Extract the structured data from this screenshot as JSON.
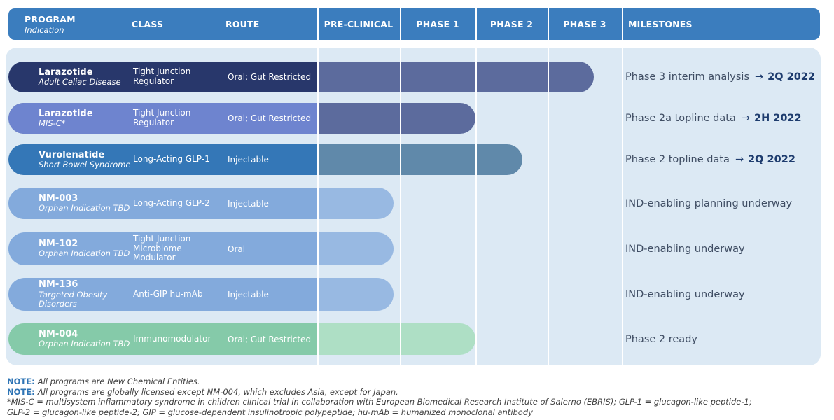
{
  "header": {
    "program_label": "PROGRAM",
    "program_sub": "Indication",
    "class_label": "CLASS",
    "route_label": "ROUTE",
    "phases": [
      "PRE-CLINICAL",
      "PHASE 1",
      "PHASE 2",
      "PHASE 3"
    ],
    "milestones_label": "MILESTONES"
  },
  "rows": [
    {
      "program": "Larazotide",
      "indication": "Adult Celiac Disease",
      "class": "Tight Junction Regulator",
      "route": "Oral; Gut Restricted",
      "progress_phase_0to4": 3.62,
      "milestone": {
        "text": "Phase 3 interim analysis",
        "arrow": "→",
        "date": "2Q 2022"
      },
      "colors": {
        "pill": "#28376b",
        "bar": "#5c6b9d"
      }
    },
    {
      "program": "Larazotide",
      "indication": "MIS-C*",
      "class": "Tight Junction Regulator",
      "route": "Oral; Gut Restricted",
      "progress_phase_0to4": 2.0,
      "milestone": {
        "text": "Phase 2a topline data",
        "arrow": "→",
        "date": "2H 2022"
      },
      "colors": {
        "pill": "#6e84cf",
        "bar": "#5c6b9d"
      }
    },
    {
      "program": "Vurolenatide",
      "indication": "Short Bowel Syndrome",
      "class": "Long-Acting GLP-1",
      "route": "Injectable",
      "progress_phase_0to4": 2.65,
      "milestone": {
        "text": "Phase 2 topline data",
        "arrow": "→",
        "date": "2Q 2022"
      },
      "colors": {
        "pill": "#3477b7",
        "bar": "#6089aa"
      }
    },
    {
      "program": "NM-003",
      "indication": "Orphan Indication TBD",
      "class": "Long-Acting GLP-2",
      "route": "Injectable",
      "progress_phase_0to4": 0.92,
      "milestone": {
        "text": "IND-enabling planning underway"
      },
      "colors": {
        "pill": "#83aadc",
        "bar": "#98b9e2"
      }
    },
    {
      "program": "NM-102",
      "indication": "Orphan Indication TBD",
      "class": "Tight Junction Microbiome Modulator",
      "route": "Oral",
      "progress_phase_0to4": 0.92,
      "milestone": {
        "text": "IND-enabling underway"
      },
      "colors": {
        "pill": "#83aadc",
        "bar": "#98b9e2"
      }
    },
    {
      "program": "NM-136",
      "indication": "Targeted Obesity Disorders",
      "class": "Anti-GIP hu-mAb",
      "route": "Injectable",
      "progress_phase_0to4": 0.92,
      "milestone": {
        "text": "IND-enabling underway"
      },
      "colors": {
        "pill": "#83aadc",
        "bar": "#98b9e2"
      }
    },
    {
      "program": "NM-004",
      "indication": "Orphan Indication TBD",
      "class": "Immunomodulator",
      "route": "Oral; Gut Restricted",
      "progress_phase_0to4": 2.0,
      "milestone": {
        "text": "Phase 2 ready"
      },
      "colors": {
        "pill": "#85caa9",
        "bar": "#aedfc5"
      }
    }
  ],
  "notes": [
    {
      "label": "NOTE:",
      "text": "All programs are New Chemical Entities."
    },
    {
      "label": "NOTE:",
      "text": "All programs are globally licensed except NM-004, which excludes Asia, except for Japan."
    },
    {
      "text": "*MIS-C = multisystem inflammatory syndrome in children clinical trial in collaboration with European Biomedical Research Institute of Salerno (EBRIS); GLP-1 = glucagon-like peptide-1;"
    },
    {
      "text": "GLP-2 = glucagon-like peptide-2; GIP = glucose-dependent insulinotropic polypeptide; hu-mAb = humanized monoclonal antibody"
    }
  ],
  "colors": {
    "header_bg": "#3b7dbe",
    "panel_bg": "#dce9f4",
    "milestone_text": "#3f4d63",
    "milestone_accent": "#1e3c6e",
    "note_label": "#2e74b5"
  }
}
